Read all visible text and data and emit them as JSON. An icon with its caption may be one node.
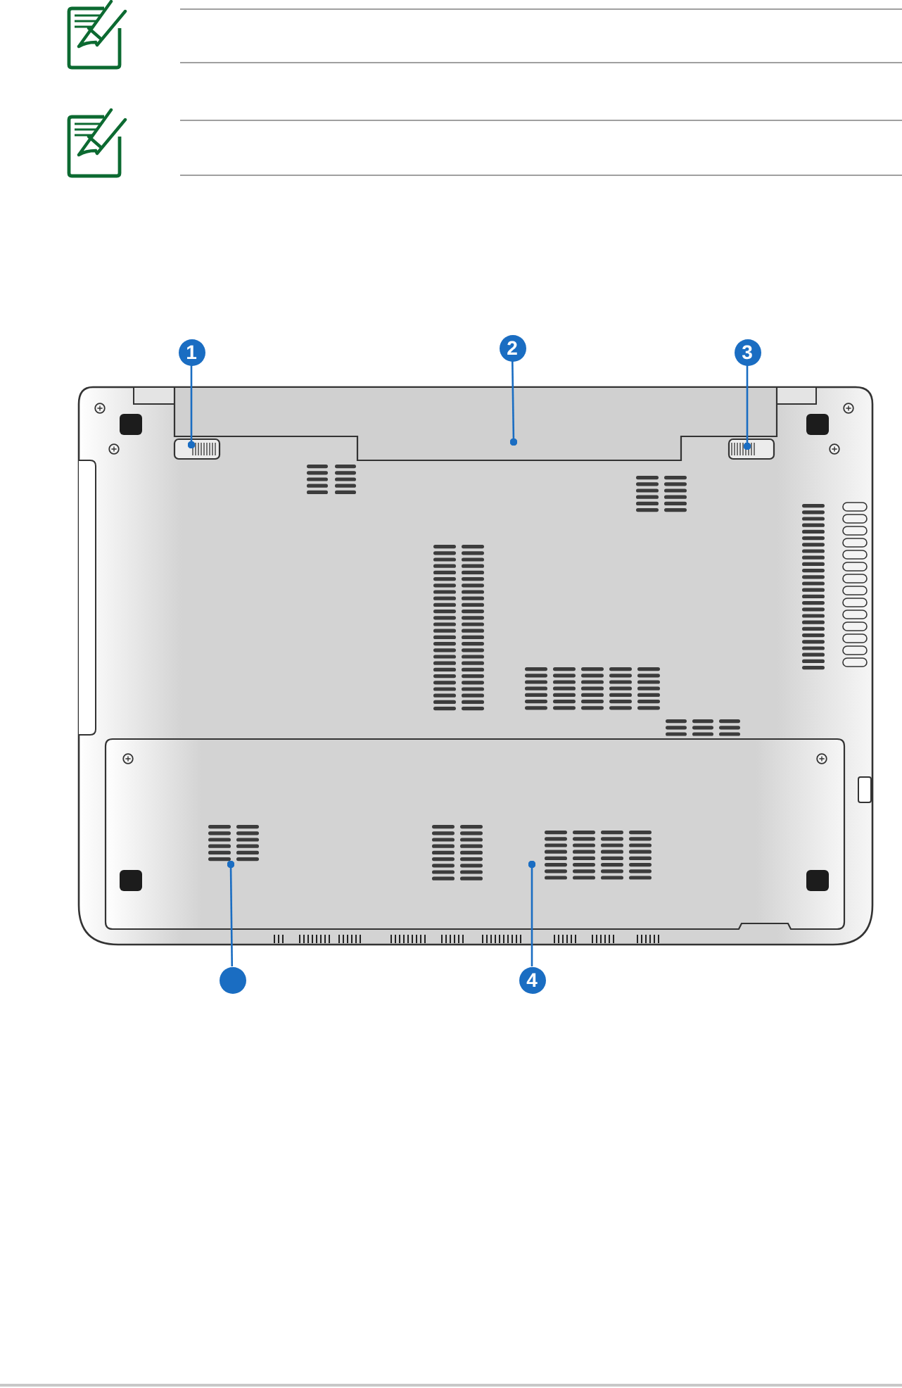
{
  "diagram": {
    "nodes": [
      {
        "text": [
          "1"
        ]
      },
      {
        "text": [
          "2"
        ]
      },
      {
        "text": [
          "3"
        ]
      },
      {
        "text": [],
        "shape": "circle"
      },
      {
        "text": [
          "4"
        ]
      }
    ],
    "edges": [
      {
        "from": 0,
        "to": null,
        "arrow": "other"
      },
      {
        "from": 1,
        "to": null,
        "arrow": "other"
      },
      {
        "from": 2,
        "to": null,
        "arrow": "other"
      },
      {
        "from": 3,
        "to": null,
        "arrow": "other"
      },
      {
        "from": 4,
        "to": null,
        "arrow": "other"
      }
    ]
  }
}
